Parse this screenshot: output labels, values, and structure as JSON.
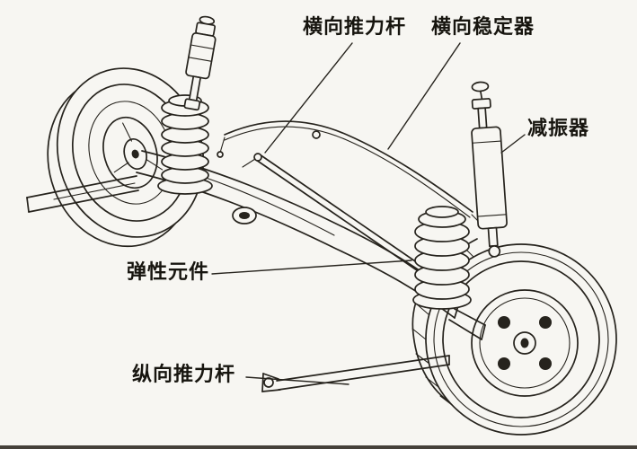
{
  "diagram": {
    "labels": {
      "lateral_thrust_rod": "横向推力杆",
      "lateral_stabilizer": "横向稳定器",
      "shock_absorber": "减振器",
      "elastic_element": "弹性元件",
      "longitudinal_thrust_rod": "纵向推力杆"
    },
    "colors": {
      "line": "#26231d",
      "background": "#f7f6f2"
    }
  }
}
